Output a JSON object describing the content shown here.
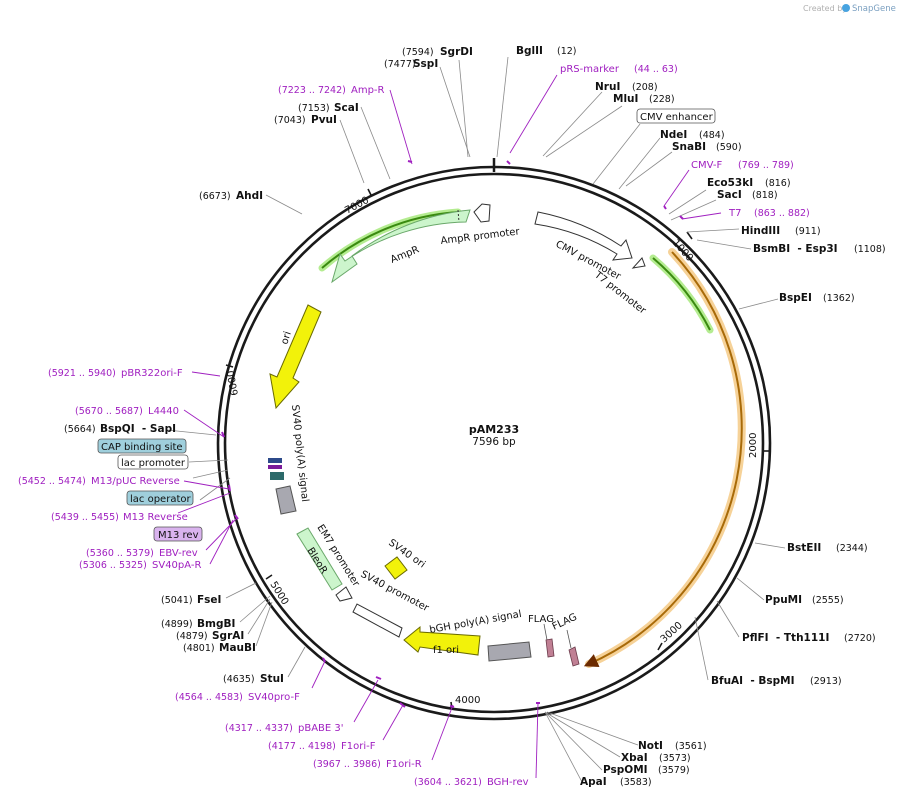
{
  "plasmid": {
    "name": "pAM233",
    "length_label": "7596 bp",
    "total_bp": 7596
  },
  "credit": {
    "text": "Created by",
    "brand": "SnapGene"
  },
  "ruler": {
    "ticks": [
      1000,
      2000,
      3000,
      4000,
      5000,
      6000,
      7000
    ],
    "tick_labels": [
      "1000",
      "2000",
      "3000",
      "4000",
      "5000",
      "6000",
      "7000"
    ]
  },
  "sites": [
    {
      "name": "SgrDI",
      "pos": "(7594)"
    },
    {
      "name": "SspI",
      "pos": "(7477)"
    },
    {
      "name": "BglII",
      "pos": "(12)"
    },
    {
      "name": "NruI",
      "pos": "(208)"
    },
    {
      "name": "MluI",
      "pos": "(228)"
    },
    {
      "name": "NdeI",
      "pos": "(484)"
    },
    {
      "name": "SnaBI",
      "pos": "(590)"
    },
    {
      "name": "Eco53kI",
      "pos": "(816)"
    },
    {
      "name": "SacI",
      "pos": "(818)"
    },
    {
      "name": "HindIII",
      "pos": "(911)"
    },
    {
      "name": "BsmBI  - Esp3I",
      "pos": "(1108)"
    },
    {
      "name": "BspEI",
      "pos": "(1362)"
    },
    {
      "name": "BstEII",
      "pos": "(2344)"
    },
    {
      "name": "PpuMI",
      "pos": "(2555)"
    },
    {
      "name": "PflFI  - Tth111I",
      "pos": "(2720)"
    },
    {
      "name": "BfuAI  - BspMI",
      "pos": "(2913)"
    },
    {
      "name": "NotI",
      "pos": "(3561)"
    },
    {
      "name": "XbaI",
      "pos": "(3573)"
    },
    {
      "name": "PspOMI",
      "pos": "(3579)"
    },
    {
      "name": "ApaI",
      "pos": "(3583)"
    },
    {
      "name": "StuI",
      "pos": "(4635)"
    },
    {
      "name": "MauBI",
      "pos": "(4801)"
    },
    {
      "name": "SgrAI",
      "pos": "(4879)"
    },
    {
      "name": "BmgBI",
      "pos": "(4899)"
    },
    {
      "name": "FseI",
      "pos": "(5041)"
    },
    {
      "name": "BspQI  - SapI",
      "pos": "(5664)"
    },
    {
      "name": "AhdI",
      "pos": "(6673)"
    },
    {
      "name": "PvuI",
      "pos": "(7043)"
    },
    {
      "name": "ScaI",
      "pos": "(7153)"
    }
  ],
  "primers": [
    {
      "name": "pRS-marker",
      "pos": "(44 .. 63)"
    },
    {
      "name": "CMV-F",
      "pos": "(769 .. 789)"
    },
    {
      "name": "T7",
      "pos": "(863 .. 882)"
    },
    {
      "name": "Amp-R",
      "pos": "(7223 .. 7242)"
    },
    {
      "name": "pBR322ori-F",
      "pos": "(5921 .. 5940)"
    },
    {
      "name": "L4440",
      "pos": "(5670 .. 5687)"
    },
    {
      "name": "M13/pUC Reverse",
      "pos": "(5452 .. 5474)"
    },
    {
      "name": "M13 Reverse",
      "pos": "(5439 .. 5455)"
    },
    {
      "name": "EBV-rev",
      "pos": "(5360 .. 5379)"
    },
    {
      "name": "SV40pA-R",
      "pos": "(5306 .. 5325)"
    },
    {
      "name": "SV40pro-F",
      "pos": "(4564 .. 4583)"
    },
    {
      "name": "pBABE 3'",
      "pos": "(4317 .. 4337)"
    },
    {
      "name": "F1ori-F",
      "pos": "(4177 .. 4198)"
    },
    {
      "name": "F1ori-R",
      "pos": "(3967 .. 3986)"
    },
    {
      "name": "BGH-rev",
      "pos": "(3604 .. 3621)"
    }
  ],
  "boxed_features": [
    {
      "name": "CMV enhancer"
    },
    {
      "name": "CAP binding site"
    },
    {
      "name": "lac promoter"
    },
    {
      "name": "lac operator"
    },
    {
      "name": "M13 rev"
    }
  ],
  "features": {
    "ampr_promoter": "AmpR promoter",
    "ampr": "AmpR",
    "cmv_promoter": "CMV promoter",
    "t7_promoter": "T7 promoter",
    "ori": "ori",
    "sv40_polya": "SV40 poly(A) signal",
    "em7_promoter": "EM7 promoter",
    "bleor": "BleoR",
    "sv40_ori": "SV40 ori",
    "sv40_promoter": "SV40 promoter",
    "bgh_polya": "bGH poly(A) signal",
    "f1_ori": "f1 ori",
    "flag1": "FLAG",
    "flag2": "FLAG"
  },
  "colors": {
    "backbone": "#1a1a1a",
    "site_leader": "#8a8a8a",
    "primer": "#a020c0",
    "ampr_fill": "#ccf5cc",
    "green_arc": "#3a8a10",
    "green_glow": "#b4ec90",
    "orange_arc": "#a86a08",
    "orange_glow": "#f6d298",
    "ori_fill": "#f2f20a",
    "gray_feature": "#a8a8b0",
    "promoter_fill": "#ffffff",
    "cap_box": "#9fcfdc",
    "m13_box": "#d9b3ee",
    "flag_fill": "#c08094",
    "brand": "#47a3e0"
  }
}
